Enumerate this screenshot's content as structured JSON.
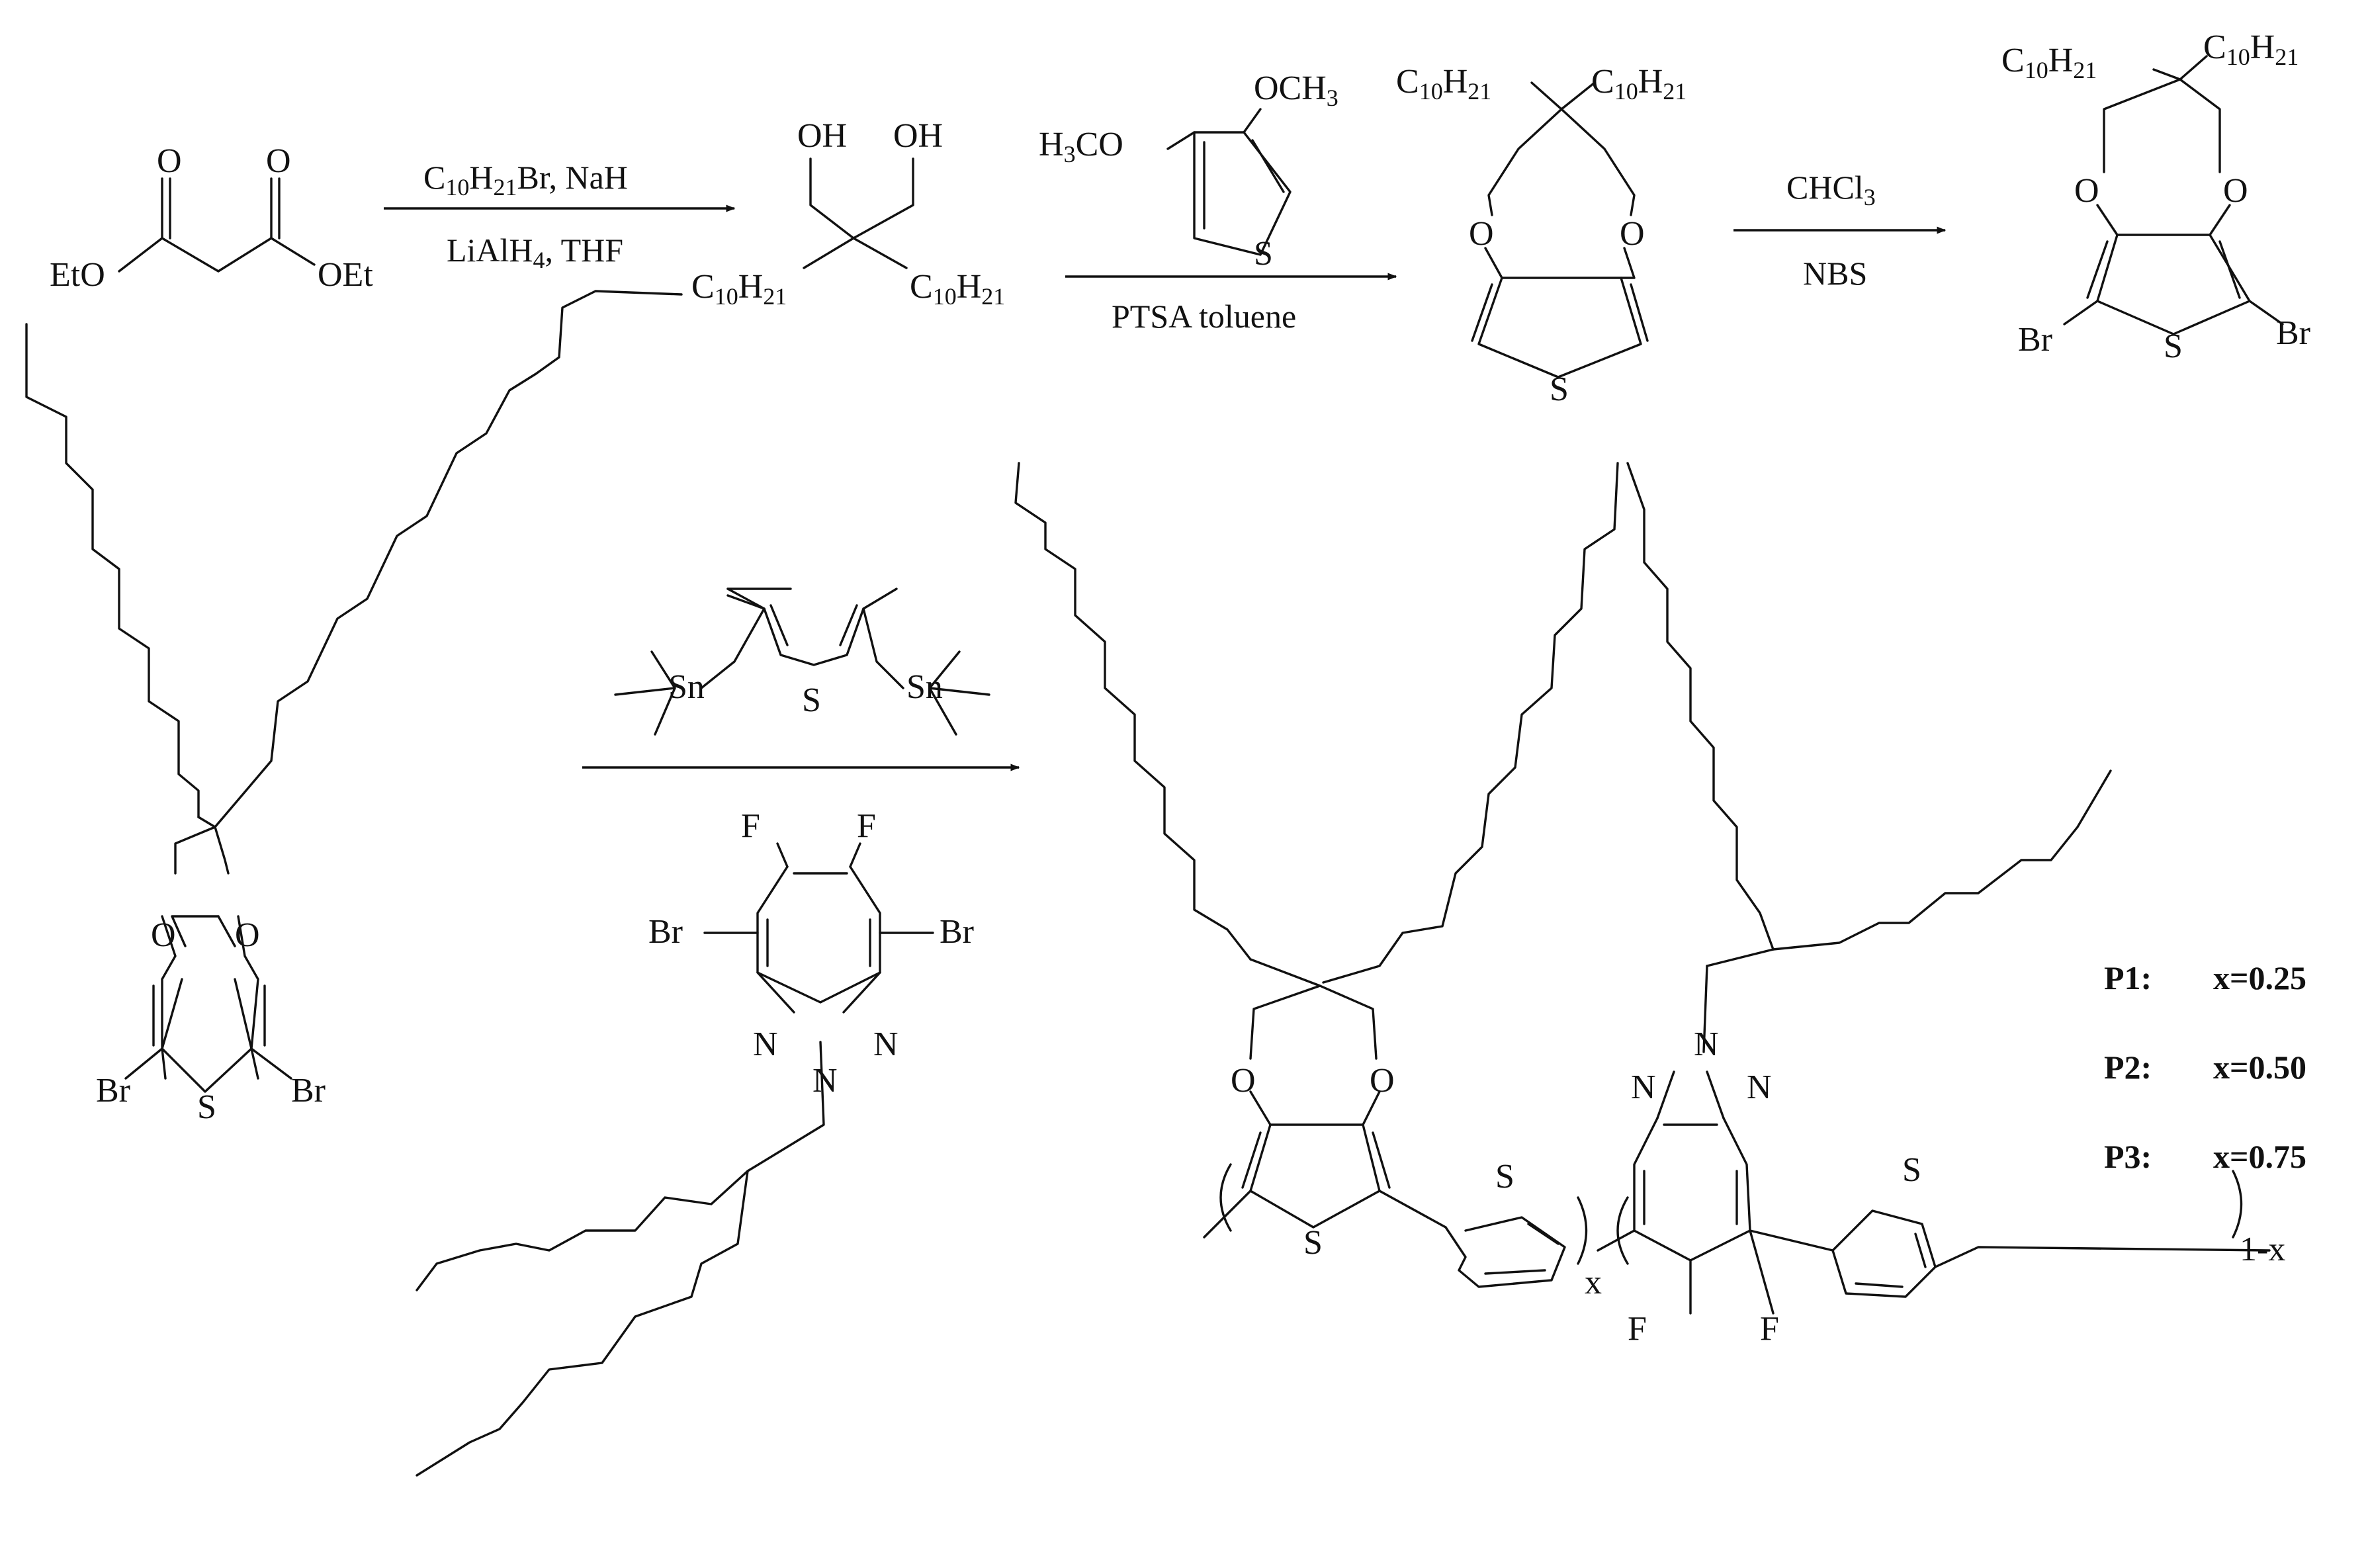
{
  "step1": {
    "reactant": {
      "left_group": "EtO",
      "right_group": "OEt",
      "carbonyl_o": "O"
    },
    "reagent_line1": {
      "a": "C",
      "a_sub": "10",
      "b": "H",
      "b_sub": "21",
      "c": "Br,  NaH"
    },
    "reagent_line2": {
      "a": "LiAlH",
      "a_sub": "4",
      "b": ",  THF"
    },
    "product": {
      "oh": "OH",
      "alkyl_c": "C",
      "alkyl_c_sub": "10",
      "alkyl_h": "H",
      "alkyl_h_sub": "21"
    }
  },
  "step2": {
    "reagent": {
      "h3co": "H",
      "h3co_sub": "3",
      "h3co_rest": "CO",
      "och3": "OCH",
      "och3_sub": "3",
      "s": "S"
    },
    "conditions": "PTSA  toluene",
    "product": {
      "o": "O",
      "s": "S",
      "alkyl_c": "C",
      "alkyl_c_sub": "10",
      "alkyl_h": "H",
      "alkyl_h_sub": "21"
    }
  },
  "step3": {
    "reagent_top": "CHCl",
    "reagent_top_sub": "3",
    "reagent_bottom": "NBS",
    "product": {
      "o": "O",
      "s": "S",
      "br": "Br",
      "alkyl_c": "C",
      "alkyl_c_sub": "10",
      "alkyl_h": "H",
      "alkyl_h_sub": "21"
    }
  },
  "step4": {
    "monomer1": {
      "o": "O",
      "s": "S",
      "br": "Br"
    },
    "stannyl": {
      "sn": "Sn",
      "s": "S"
    },
    "monomer2": {
      "f": "F",
      "br": "Br",
      "n": "N"
    },
    "polymer": {
      "o": "O",
      "s": "S",
      "n": "N",
      "f": "F",
      "x_label": "x",
      "one_minus_x": "1-x"
    }
  },
  "polymers": [
    {
      "name": "P1:",
      "value": "x=0.25"
    },
    {
      "name": "P2:",
      "value": "x=0.50"
    },
    {
      "name": "P3:",
      "value": "x=0.75"
    }
  ]
}
